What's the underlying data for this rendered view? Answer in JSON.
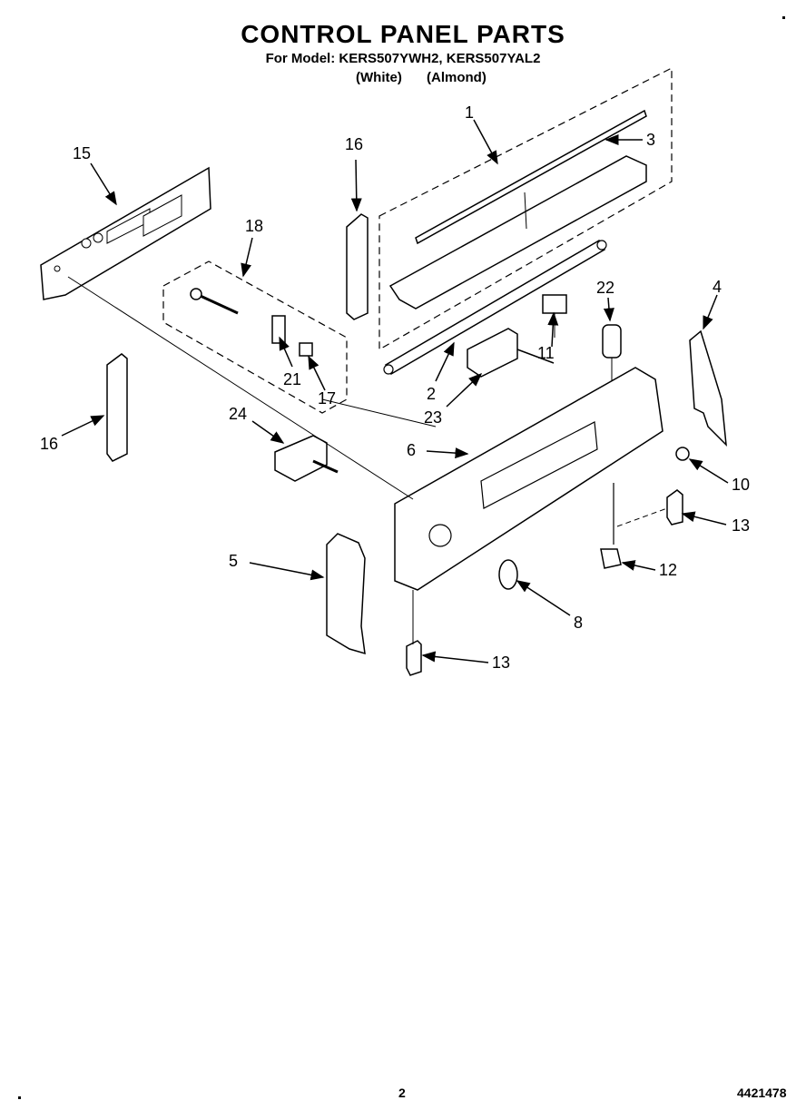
{
  "header": {
    "title": "CONTROL PANEL PARTS",
    "subtitle": "For Model: KERS507YWH2, KERS507YAL2",
    "variant_white": "(White)",
    "variant_almond": "(Almond)"
  },
  "callouts": {
    "c1": "1",
    "c2": "2",
    "c3": "3",
    "c4": "4",
    "c5": "5",
    "c6": "6",
    "c8": "8",
    "c10": "10",
    "c11": "11",
    "c12": "12",
    "c13a": "13",
    "c13b": "13",
    "c15": "15",
    "c16a": "16",
    "c16b": "16",
    "c17": "17",
    "c18": "18",
    "c21": "21",
    "c22": "22",
    "c23": "23",
    "c24": "24"
  },
  "footer": {
    "page_number": "2",
    "document_number": "4421478"
  }
}
